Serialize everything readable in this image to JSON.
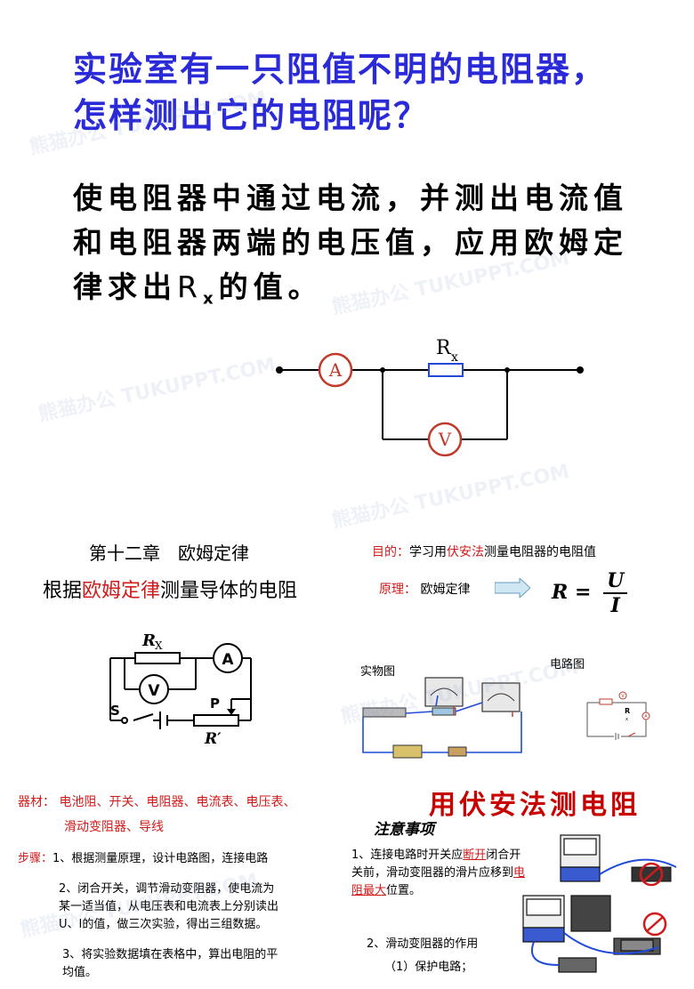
{
  "top": {
    "title_line1": "实验室有一只阻值不明的电阻器，",
    "title_line2": "怎样测出它的电阻呢？",
    "desc_line1": "使电阻器中通过电流，并测出电流值",
    "desc_line2": "和电阻器两端的电压值，应用欧姆定",
    "desc_line3_pre": "律求出",
    "desc_line3_R": "R",
    "desc_line3_sub": "x",
    "desc_line3_post": "的值。",
    "diagram": {
      "ammeter": "A",
      "voltmeter": "V",
      "resistor": "R",
      "resistor_sub": "x"
    }
  },
  "left_slide": {
    "chapter": "第十二章　欧姆定律",
    "subtitle_pre": "根据",
    "subtitle_red": "欧姆定律",
    "subtitle_post": "测量导体的电阻",
    "circuit": {
      "rx": "R",
      "rx_sub": "X",
      "ammeter": "A",
      "voltmeter": "V",
      "switch": "S",
      "slider": "P",
      "rheostat": "R′"
    }
  },
  "right_slide": {
    "goal_label": "目的：",
    "goal_pre": "学习用",
    "goal_red": "伏安法",
    "goal_post": "测量电阻器的电阻值",
    "principle_label": "原理：",
    "principle_text": "欧姆定律",
    "formula_lhs": "R",
    "formula_eq": "=",
    "formula_num": "U",
    "formula_den": "I",
    "real_label": "实物图",
    "circuit_label": "电路图",
    "mini_R": "R",
    "mini_x": "x",
    "mini_V": "V",
    "mini_A": "A"
  },
  "bottom_left": {
    "equip_label": "器材：",
    "equip_line1": "电池阻、开关、电阻器、电流表、电压表、",
    "equip_line2": "滑动变阻器、导线",
    "steps_label": "步骤：",
    "step1": "1、根据测量原理，设计电路图，连接电路",
    "step2a": "2、闭合开关，调节滑动变阻器，使电流为",
    "step2b": "某一适当值，从电压表和电流表上分别读出",
    "step2c": "U、I的值，做三次实验，得出三组数据。",
    "step3a": "3、将实验数据填在表格中，算出电阻的平",
    "step3b": "均值。"
  },
  "bottom_right": {
    "big_title": "用伏安法测电阻",
    "notes_title": "注意事项",
    "note1_pre": "1、连接电路时开关应",
    "note1_red1": "断开",
    "note1_mid": "闭合开关前，滑动变阻器的滑片应移到",
    "note1_red2": "电阻最大",
    "note1_post": "位置。",
    "note2": "2、滑动变阻器的作用",
    "note3": "（1）保护电路；"
  },
  "watermark": "熊猫办公 TUKUPPT.COM",
  "colors": {
    "title_blue": "#2a2ad8",
    "accent_red": "#d11a1a",
    "circuit_red": "#c0392b",
    "wire_blue": "#1f4bd8"
  }
}
